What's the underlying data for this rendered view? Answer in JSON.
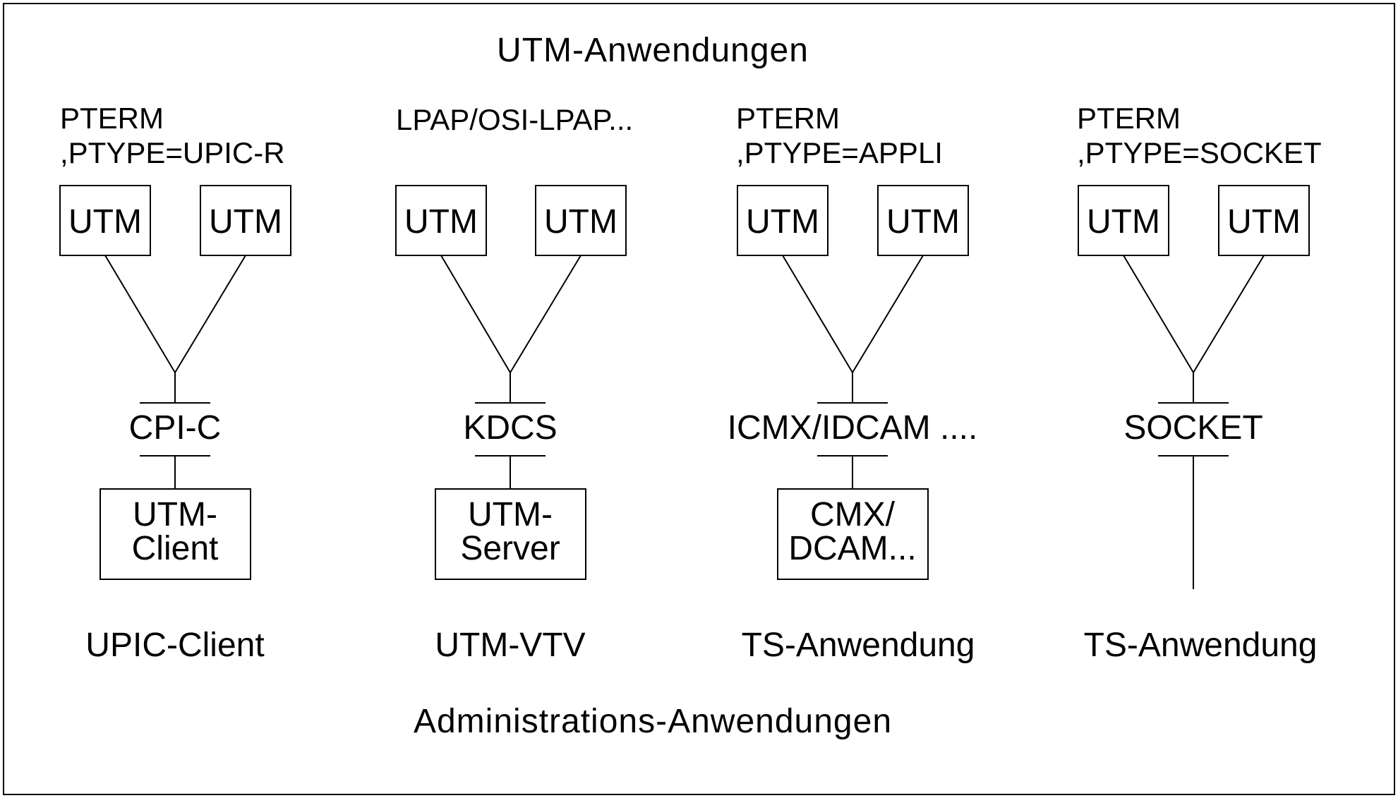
{
  "title_top": "UTM-Anwendungen",
  "title_bottom": "Administrations-Anwendungen",
  "columns": [
    {
      "header_line1": "PTERM",
      "header_line2": ",PTYPE=UPIC-R",
      "utm_box_left": "UTM",
      "utm_box_right": "UTM",
      "interface": "CPI-C",
      "partner_line1": "UTM-",
      "partner_line2": "Client",
      "footer": "UPIC-Client"
    },
    {
      "header_line1": "LPAP/OSI-LPAP...",
      "header_line2": "",
      "utm_box_left": "UTM",
      "utm_box_right": "UTM",
      "interface": "KDCS",
      "partner_line1": "UTM-",
      "partner_line2": "Server",
      "footer": "UTM-VTV"
    },
    {
      "header_line1": "PTERM",
      "header_line2": ",PTYPE=APPLI",
      "utm_box_left": "UTM",
      "utm_box_right": "UTM",
      "interface": "ICMX/IDCAM ....",
      "partner_line1": "CMX/",
      "partner_line2": "DCAM...",
      "footer": "TS-Anwendung"
    },
    {
      "header_line1": "PTERM",
      "header_line2": ",PTYPE=SOCKET",
      "utm_box_left": "UTM",
      "utm_box_right": "UTM",
      "interface": "SOCKET",
      "partner_line1": "",
      "partner_line2": "",
      "footer": "TS-Anwendung"
    }
  ]
}
